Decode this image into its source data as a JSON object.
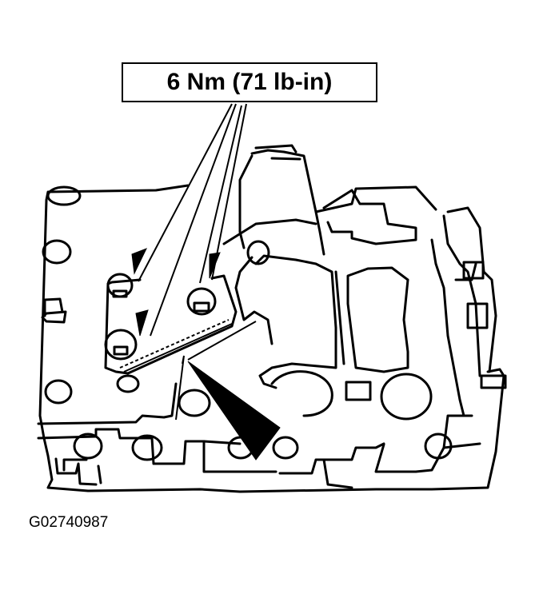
{
  "diagram": {
    "subject": "valve body with bracket bolts",
    "callout": {
      "label": "6 Nm (71 lb-in)",
      "arrow_count": 3
    },
    "pointer_arrow": "large-black-arrow",
    "figure_id": "G02740987",
    "colors": {
      "line": "#000000",
      "background": "#ffffff"
    }
  }
}
